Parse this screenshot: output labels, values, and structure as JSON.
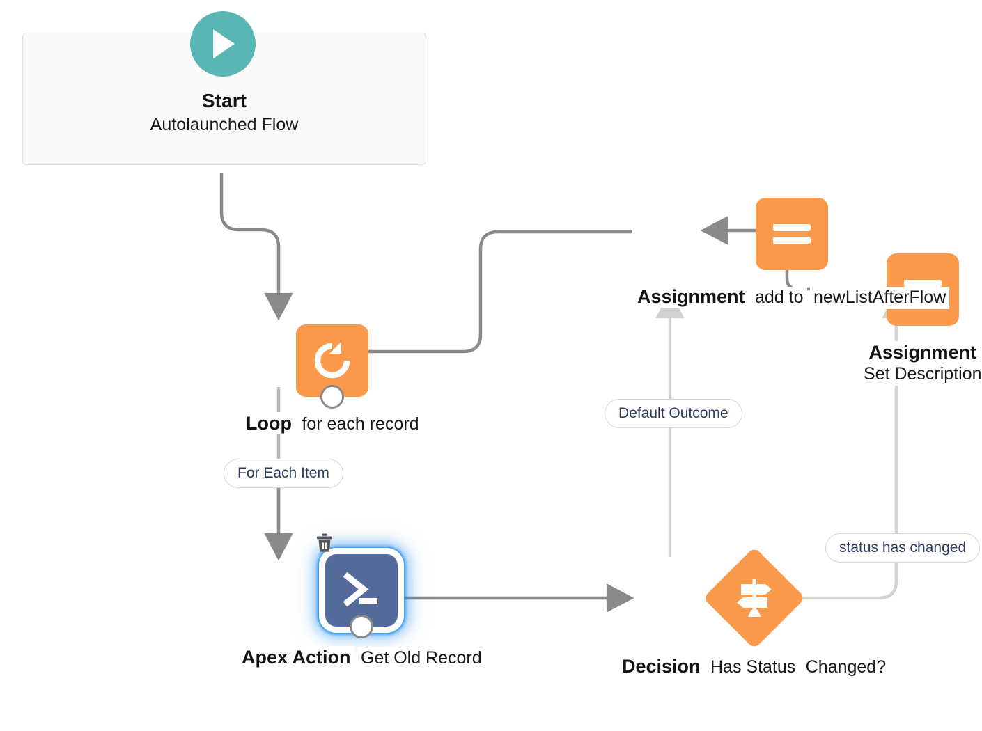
{
  "diagram": {
    "type": "salesforce-flow-canvas",
    "colors": {
      "orange": "#FB9A4B",
      "teal": "#57B5B3",
      "apex_navy": "#546A9A",
      "connector_grey": "#8A8A8A",
      "pill_text": "#2B3C5C",
      "selection_blue": "#1589EE",
      "start_box_bg": "#F9F9F8",
      "start_box_border": "#E0E0DE"
    },
    "start": {
      "icon": "play-icon",
      "title": "Start",
      "subtitle": "Autolaunched Flow"
    },
    "nodes": [
      {
        "id": "loop",
        "icon": "loop-icon",
        "title": "Loop",
        "subtitle": "for each record",
        "shape": "rounded-square",
        "color": "orange",
        "selected": false
      },
      {
        "id": "apex-action",
        "icon": "apex-terminal-icon",
        "title": "Apex Action",
        "subtitle": "Get Old Record",
        "shape": "rounded-square",
        "color": "apex_navy",
        "selected": true
      },
      {
        "id": "decision",
        "icon": "decision-signpost-icon",
        "title": "Decision",
        "subtitle_line1": "Has Status",
        "subtitle_line2": "Changed?",
        "shape": "diamond",
        "color": "orange",
        "selected": false
      },
      {
        "id": "assignment-add-to-list",
        "icon": "assignment-equals-icon",
        "title": "Assignment",
        "subtitle_line1": "add to",
        "subtitle_line2": "newListAfterFlow",
        "shape": "rounded-square",
        "color": "orange",
        "selected": false
      },
      {
        "id": "assignment-set-description",
        "icon": "assignment-equals-icon",
        "title": "Assignment",
        "subtitle": "Set Description",
        "shape": "rounded-square",
        "color": "orange",
        "selected": false
      }
    ],
    "connector_labels": [
      {
        "id": "for-each-item",
        "text": "For Each Item"
      },
      {
        "id": "default-outcome",
        "text": "Default Outcome"
      },
      {
        "id": "status-has-changed",
        "text": "status has changed"
      }
    ],
    "controls": [
      {
        "id": "delete-apex-action",
        "icon": "trash-icon",
        "label": "Delete"
      }
    ],
    "edges": [
      {
        "from": "start",
        "to": "loop",
        "label": ""
      },
      {
        "from": "loop",
        "to": "apex-action",
        "label": "For Each Item"
      },
      {
        "from": "apex-action",
        "to": "decision",
        "label": ""
      },
      {
        "from": "decision",
        "to": "assignment-add-to-list",
        "label": "Default Outcome"
      },
      {
        "from": "decision",
        "to": "assignment-set-description",
        "label": "status has changed"
      },
      {
        "from": "assignment-set-description",
        "to": "assignment-add-to-list",
        "label": ""
      },
      {
        "from": "assignment-add-to-list",
        "to": "loop",
        "label": ""
      }
    ]
  }
}
